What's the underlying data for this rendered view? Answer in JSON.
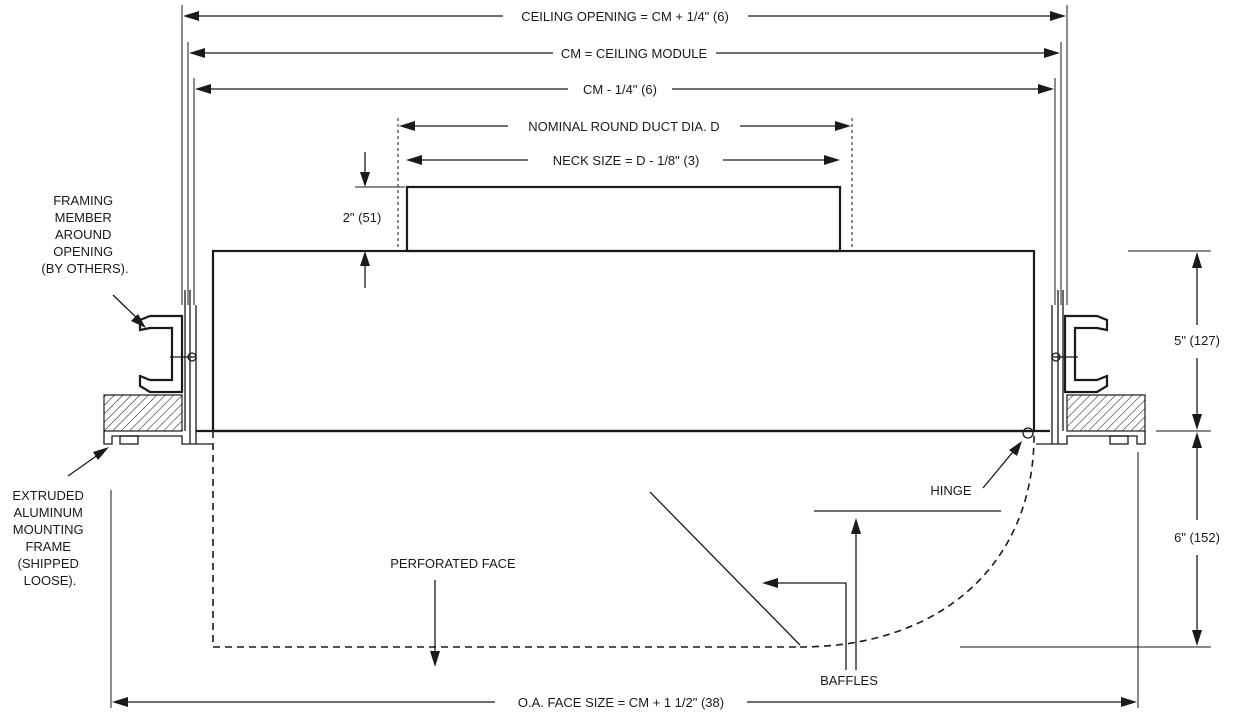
{
  "dimensions": {
    "ceiling_opening": "CEILING OPENING = CM + 1/4\" (6)",
    "ceiling_module": "CM = CEILING MODULE",
    "cm_minus": "CM - 1/4\" (6)",
    "nominal_duct": "NOMINAL ROUND DUCT DIA. D",
    "neck_size": "NECK SIZE = D - 1/8\" (3)",
    "neck_height": "2\" (51)",
    "body_height": "5\" (127)",
    "face_drop": "6\" (152)",
    "face_size": "O.A. FACE SIZE = CM + 1 1/2\" (38)"
  },
  "labels": {
    "framing_member": [
      "FRAMING",
      "MEMBER",
      "AROUND",
      "OPENING",
      "(BY OTHERS)."
    ],
    "mounting_frame": [
      "EXTRUDED",
      "ALUMINUM",
      "MOUNTING",
      "FRAME",
      "(SHIPPED",
      "LOOSE)."
    ],
    "hinge": "HINGE",
    "perforated_face": "PERFORATED FACE",
    "baffles": "BAFFLES"
  }
}
